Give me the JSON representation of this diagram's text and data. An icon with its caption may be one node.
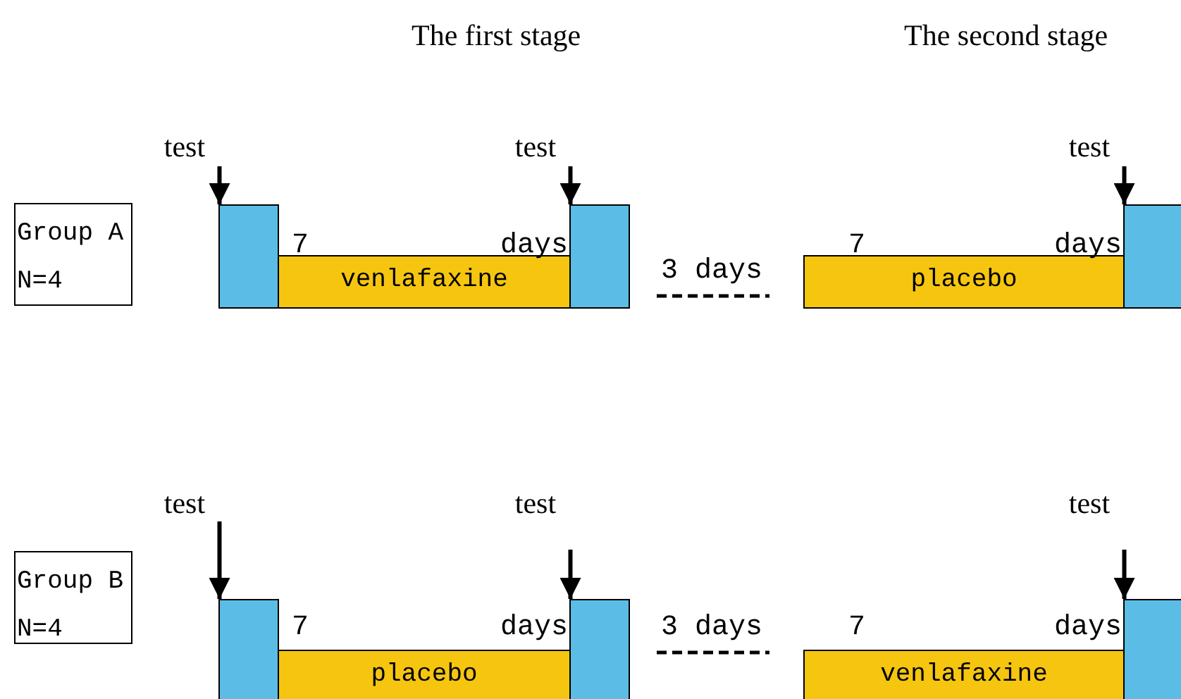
{
  "diagram": {
    "nodes": [
      {
        "text": [
          "Group A",
          "N=4"
        ]
      },
      {
        "text": [
          "test"
        ]
      },
      {
        "text": [
          "test"
        ]
      },
      {
        "text": [
          "test"
        ]
      },
      {
        "text": [],
        "shape": "box"
      },
      {
        "text": [
          "venlafaxine"
        ]
      },
      {
        "text": [],
        "shape": "box"
      },
      {
        "text": [
          "placebo"
        ]
      },
      {
        "text": [],
        "shape": "box"
      },
      {
        "text": [
          "Group B",
          "N=4"
        ]
      },
      {
        "text": [
          "test"
        ]
      },
      {
        "text": [
          "test"
        ]
      },
      {
        "text": [
          "test"
        ]
      },
      {
        "text": [],
        "shape": "box"
      },
      {
        "text": [
          "placebo"
        ]
      },
      {
        "text": [],
        "shape": "box"
      },
      {
        "text": [
          "venlafaxine"
        ]
      },
      {
        "text": [],
        "shape": "box"
      }
    ],
    "edges": [
      {
        "from": 1,
        "to": 4,
        "arrow": "to"
      },
      {
        "from": 2,
        "to": 6,
        "arrow": "to"
      },
      {
        "from": 3,
        "to": 8,
        "arrow": "to"
      },
      {
        "from": 10,
        "to": 13,
        "arrow": "to"
      },
      {
        "from": 11,
        "to": 15,
        "arrow": "to"
      },
      {
        "from": 12,
        "to": 17,
        "arrow": "to"
      }
    ],
    "labels": [
      "The first stage",
      "The second stage",
      "7",
      "days",
      "3 days",
      "7",
      "days",
      "7",
      "days",
      "3 days",
      "7",
      "days"
    ]
  }
}
